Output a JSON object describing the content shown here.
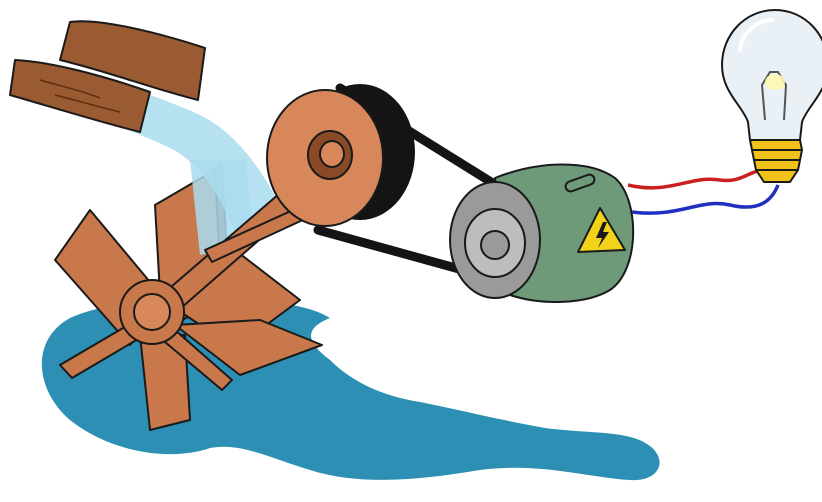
{
  "colors": {
    "background": "#ffffff",
    "water_pool": "#2d8fb3",
    "water_stream": "#a9dcee",
    "wood": "#c8784a",
    "wood_dark": "#8a4a26",
    "trough_wood": "#9a5a32",
    "pulley_face": "#d8875a",
    "belt": "#141414",
    "generator_body": "#6e9a7a",
    "generator_end": "#9a9a9a",
    "warning_sign": "#f3d21a",
    "wire_positive": "#cc1f1f",
    "wire_negative": "#1f2fbf",
    "bulb_glass": "#e9f1f7",
    "bulb_base": "#f0c21a"
  },
  "components": [
    {
      "name": "water-trough",
      "icon": "wooden-trough"
    },
    {
      "name": "water-stream",
      "icon": "falling-water"
    },
    {
      "name": "water-wheel",
      "icon": "paddle-wheel"
    },
    {
      "name": "drive-pulley",
      "icon": "pulley"
    },
    {
      "name": "drive-belt",
      "icon": "belt"
    },
    {
      "name": "generator",
      "icon": "dc-generator"
    },
    {
      "name": "high-voltage-sign",
      "icon": "warning-triangle-lightning"
    },
    {
      "name": "wires",
      "icon": "red-blue-wires"
    },
    {
      "name": "light-bulb",
      "icon": "incandescent-bulb"
    }
  ]
}
